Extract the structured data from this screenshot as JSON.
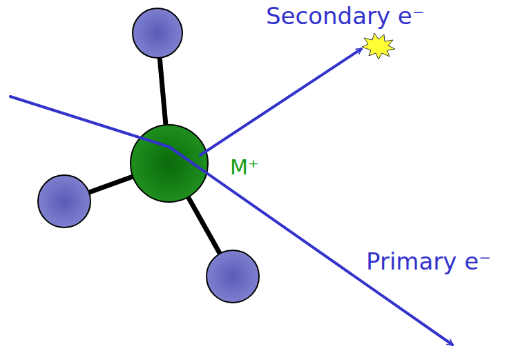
{
  "diagram": {
    "labels": [
      "Secondary e⁻",
      "M⁺",
      "Primary e⁻"
    ]
  }
}
